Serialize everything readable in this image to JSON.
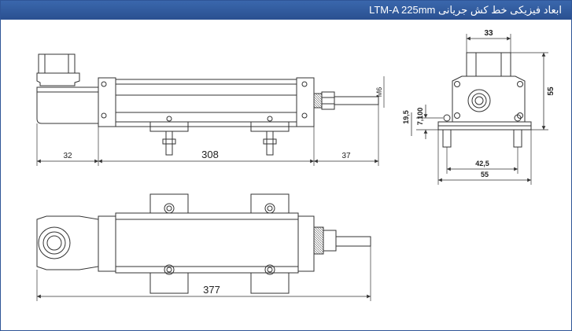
{
  "header": {
    "title": "ابعاد فیزیکی خط کش جریانی LTM-A 225mm",
    "bg_color": "#2f5597"
  },
  "drawing": {
    "stroke_color": "#333333",
    "side_view": {
      "dim_left": "32",
      "dim_body": "308",
      "dim_right": "37",
      "thread_label": "M6"
    },
    "end_view": {
      "dim_top": "33",
      "dim_height": "55",
      "dim_hole_offset": "7,100",
      "dim_mount_height": "19,5",
      "dim_hole_spacing": "42,5",
      "dim_width": "55"
    },
    "top_view": {
      "dim_total": "377"
    }
  }
}
